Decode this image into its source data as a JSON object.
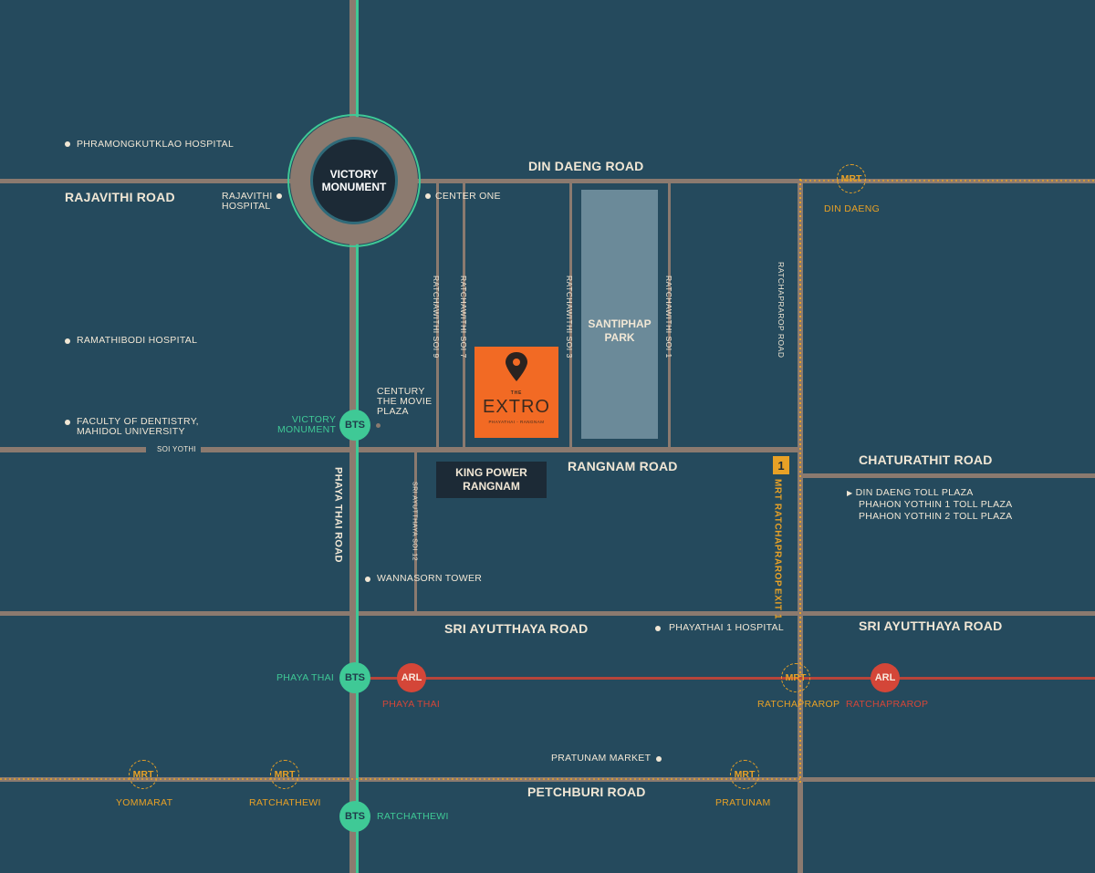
{
  "colors": {
    "background": "#254a5d",
    "road": "#8b7a6f",
    "bts_line": "#3fc996",
    "arl_line": "#b7443a",
    "mrt": "#e8a126",
    "project": "#f26a24",
    "park": "#6b8a99",
    "label_box": "#1c2a36",
    "text": "#f1e7d5"
  },
  "landmark": {
    "victory_monument": [
      "VICTORY",
      "MONUMENT"
    ]
  },
  "project": {
    "the": "THE",
    "name": "EXTRO",
    "sub": "PHAYATHAI - RANGNAM",
    "pin_icon": "map-pin-icon"
  },
  "king_power": [
    "KING POWER",
    "RANGNAM"
  ],
  "park": [
    "SANTIPHAP",
    "PARK"
  ],
  "roads": {
    "din_daeng": "DIN DAENG ROAD",
    "rajavithi": "RAJAVITHI ROAD",
    "rangnam": "RANGNAM ROAD",
    "chaturathit": "CHATURATHIT ROAD",
    "sri_ayutthaya_left": "SRI AYUTTHAYA ROAD",
    "sri_ayutthaya_right": "SRI AYUTTHAYA ROAD",
    "petchburi": "PETCHBURI ROAD",
    "phaya_thai": "PHAYA THAI ROAD",
    "soi_yothi": "SOI YOTHI",
    "ratchawithi_soi9": "RATCHAWITHI SOI 9",
    "ratchawithi_soi7": "RATCHAWITHI SOI 7",
    "ratchawithi_soi3": "RATCHAWITHI SOI 3",
    "ratchawithi_soi1": "RATCHAWITHI SOI 1",
    "ratchaprarop": "RATCHAPRAROP ROAD",
    "sri_ayutthaya_soi12": "SRI AYUTTHAYA SOI 12"
  },
  "places": {
    "phramongkutklao": "PHRAMONGKUTKLAO HOSPITAL",
    "rajavithi_hospital": [
      "RAJAVITHI",
      "HOSPITAL"
    ],
    "center_one": "CENTER ONE",
    "ramathibodi": "RAMATHIBODI HOSPITAL",
    "dentistry": [
      "FACULTY OF DENTISTRY,",
      "MAHIDOL UNIVERSITY"
    ],
    "century": [
      "CENTURY",
      "THE MOVIE",
      "PLAZA"
    ],
    "wannasorn": "WANNASORN TOWER",
    "phayathai1": "PHAYATHAI 1 HOSPITAL",
    "pratunam_market": "PRATUNAM MARKET"
  },
  "toll": {
    "arrow_icon": "triangle-right-icon",
    "items": [
      "DIN DAENG TOLL PLAZA",
      "PHAHON YOTHIN 1 TOLL PLAZA",
      "PHAHON YOTHIN 2 TOLL PLAZA"
    ]
  },
  "exit": {
    "number": "1",
    "label": [
      "MRT RATCHAPRAROP",
      "EXIT 1"
    ]
  },
  "stations": {
    "bts_badge": "BTS",
    "arl_badge": "ARL",
    "mrt_badge": "MRT",
    "bts_victory": [
      "VICTORY",
      "MONUMENT"
    ],
    "bts_phaya_thai": "PHAYA THAI",
    "bts_ratchathewi": "RATCHATHEWI",
    "arl_phaya_thai": "PHAYA THAI",
    "arl_ratchaprarop": "RATCHAPRAROP",
    "mrt_din_daeng": "DIN DAENG",
    "mrt_ratchaprarop": "RATCHAPRAROP",
    "mrt_yommarat": "YOMMARAT",
    "mrt_ratchathewi": "RATCHATHEWI",
    "mrt_pratunam": "PRATUNAM"
  }
}
